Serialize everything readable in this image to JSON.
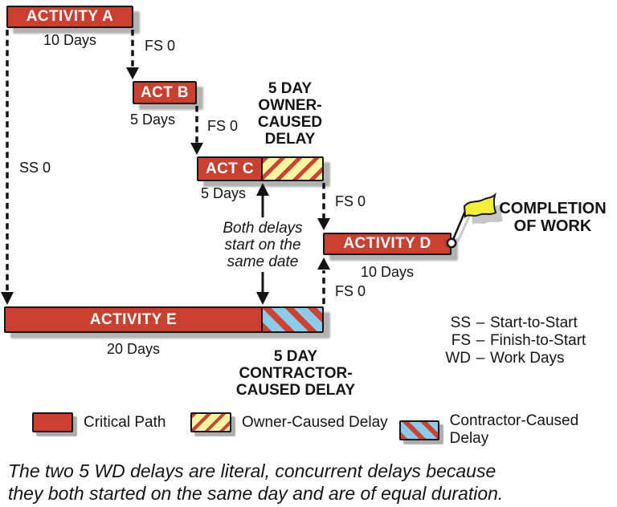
{
  "activities": {
    "a": {
      "label": "ACTIVITY A",
      "duration": "10 Days"
    },
    "b": {
      "label": "ACT B",
      "duration": "5 Days"
    },
    "c": {
      "label": "ACT C",
      "duration": "5 Days"
    },
    "d": {
      "label": "ACTIVITY D",
      "duration": "10 Days"
    },
    "e": {
      "label": "ACTIVITY E",
      "duration": "20 Days"
    }
  },
  "connectors": {
    "ss_a_e": "SS 0",
    "fs_a_b": "FS 0",
    "fs_b_c": "FS 0",
    "fs_c_d": "FS 0",
    "fs_e_d": "FS 0"
  },
  "annotations": {
    "owner_delay": {
      "line1": "5 DAY",
      "line2": "OWNER-",
      "line3": "CAUSED",
      "line4": "DELAY"
    },
    "contractor_delay": {
      "line1": "5 DAY",
      "line2": "CONTRACTOR-",
      "line3": "CAUSED DELAY"
    },
    "both_delays": {
      "line1": "Both delays",
      "line2": "start on the",
      "line3": "same date"
    },
    "completion": {
      "line1": "COMPLETION",
      "line2": "OF WORK"
    }
  },
  "abbreviations": [
    {
      "abbr": "SS",
      "sep": "–",
      "definition": "Start-to-Start"
    },
    {
      "abbr": "FS",
      "sep": "–",
      "definition": "Finish-to-Start"
    },
    {
      "abbr": "WD",
      "sep": "–",
      "definition": "Work Days"
    }
  ],
  "legend": [
    {
      "label": "Critical Path"
    },
    {
      "label": "Owner-Caused Delay"
    },
    {
      "label": "Contractor-Caused Delay"
    }
  ],
  "caption": {
    "line1": "The two 5 WD delays are literal, concurrent delays because",
    "line2": "they both started on the same day and are of equal duration."
  },
  "colors": {
    "critical_path": "#C8402F",
    "owner_delay_fill": "#F8F4A0",
    "owner_delay_stripe": "#CC4233",
    "contractor_delay_fill": "#8DCBEA",
    "contractor_delay_stripe": "#CC4233",
    "flag": "#F2EE3B",
    "shadow": "#B5B5B5"
  }
}
